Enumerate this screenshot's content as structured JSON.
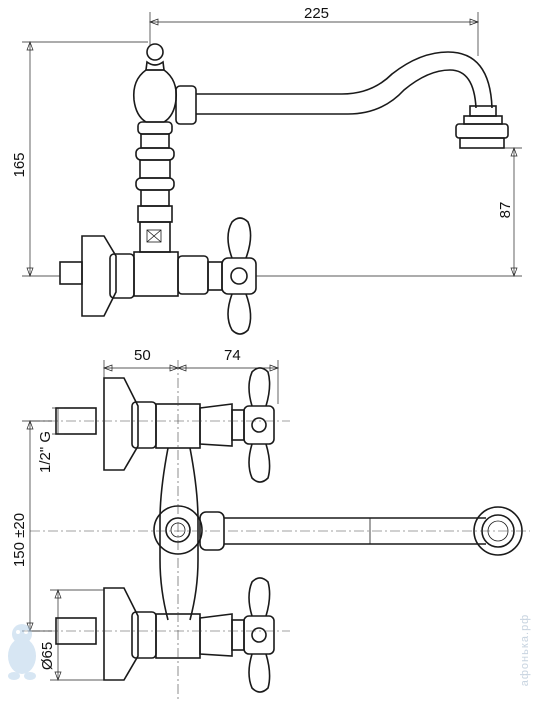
{
  "dimensions": {
    "spout_reach": "225",
    "total_height": "165",
    "spout_height": "87",
    "left_offset": "50",
    "handle_offset": "74",
    "connection_spacing": "150 ±20",
    "thread": "1/2\" G",
    "escutcheon_diameter": "Ø65"
  },
  "watermark": {
    "text": "афонька.рф",
    "mascot": "mascot-logo"
  }
}
